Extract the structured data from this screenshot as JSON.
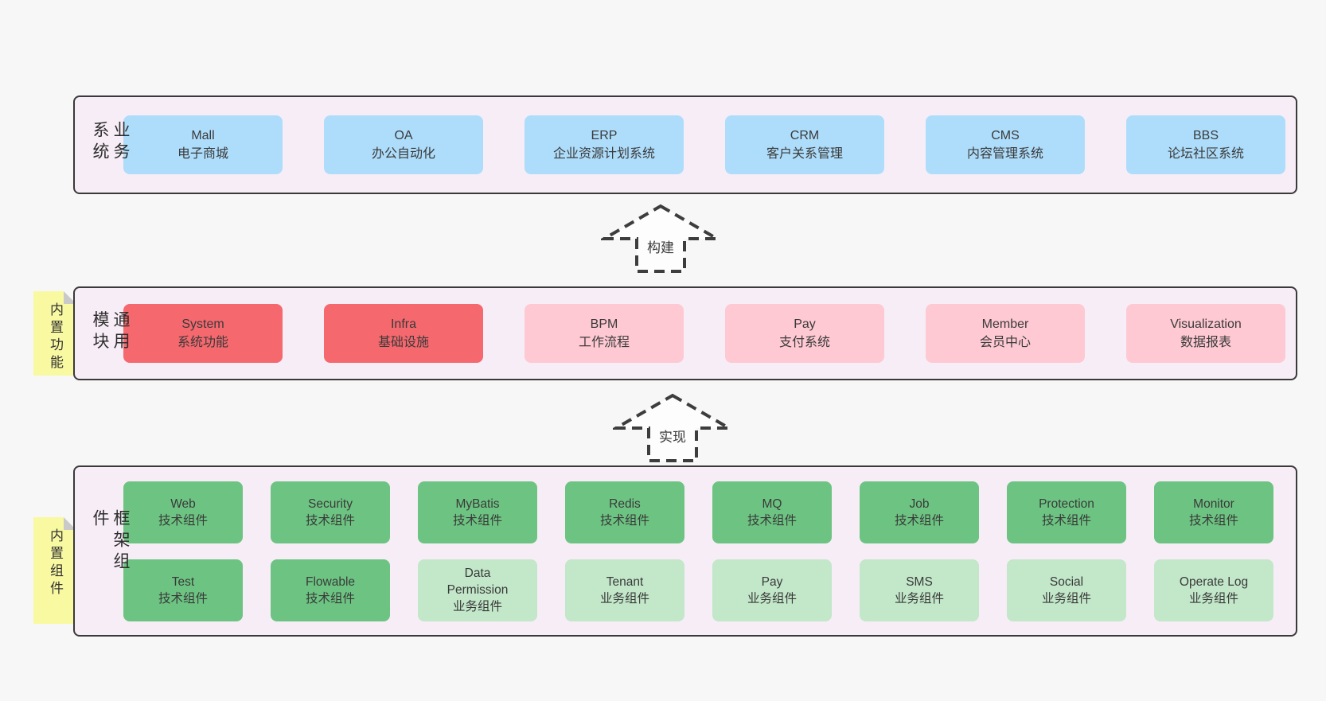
{
  "colors": {
    "page_bg": "#f7f7f7",
    "panel_bg": "#f7edf6",
    "panel_border": "#3a3a3a",
    "business_blue": "#aeddfb",
    "module_red": "#f5686e",
    "module_pink": "#fec9d2",
    "component_green_dark": "#6dc482",
    "component_green_light": "#c2e7c9",
    "note_yellow": "#f9f9a2",
    "text": "#3a3a3a"
  },
  "business": {
    "label": "业务系统",
    "boxes": [
      {
        "en": "Mall",
        "zh": "电子商城"
      },
      {
        "en": "OA",
        "zh": "办公自动化"
      },
      {
        "en": "ERP",
        "zh": "企业资源计划系统"
      },
      {
        "en": "CRM",
        "zh": "客户关系管理"
      },
      {
        "en": "CMS",
        "zh": "内容管理系统"
      },
      {
        "en": "BBS",
        "zh": "论坛社区系统"
      }
    ]
  },
  "arrows": [
    {
      "label": "构建"
    },
    {
      "label": "实现"
    }
  ],
  "modules": {
    "label": "通用模块",
    "note": "内置功能",
    "boxes": [
      {
        "en": "System",
        "zh": "系统功能"
      },
      {
        "en": "Infra",
        "zh": "基础设施"
      },
      {
        "en": "BPM",
        "zh": "工作流程"
      },
      {
        "en": "Pay",
        "zh": "支付系统"
      },
      {
        "en": "Member",
        "zh": "会员中心"
      },
      {
        "en": "Visualization",
        "zh": "数据报表"
      }
    ]
  },
  "framework": {
    "label": "框架组件",
    "note": "内置组件",
    "row1": [
      {
        "en": "Web",
        "zh": "技术组件"
      },
      {
        "en": "Security",
        "zh": "技术组件"
      },
      {
        "en": "MyBatis",
        "zh": "技术组件"
      },
      {
        "en": "Redis",
        "zh": "技术组件"
      },
      {
        "en": "MQ",
        "zh": "技术组件"
      },
      {
        "en": "Job",
        "zh": "技术组件"
      },
      {
        "en": "Protection",
        "zh": "技术组件"
      },
      {
        "en": "Monitor",
        "zh": "技术组件"
      }
    ],
    "row2": [
      {
        "en": "Test",
        "zh": "技术组件"
      },
      {
        "en": "Flowable",
        "zh": "技术组件"
      },
      {
        "en": "Data Permission",
        "zh": "业务组件"
      },
      {
        "en": "Tenant",
        "zh": "业务组件"
      },
      {
        "en": "Pay",
        "zh": "业务组件"
      },
      {
        "en": "SMS",
        "zh": "业务组件"
      },
      {
        "en": "Social",
        "zh": "业务组件"
      },
      {
        "en": "Operate Log",
        "zh": "业务组件"
      }
    ]
  }
}
